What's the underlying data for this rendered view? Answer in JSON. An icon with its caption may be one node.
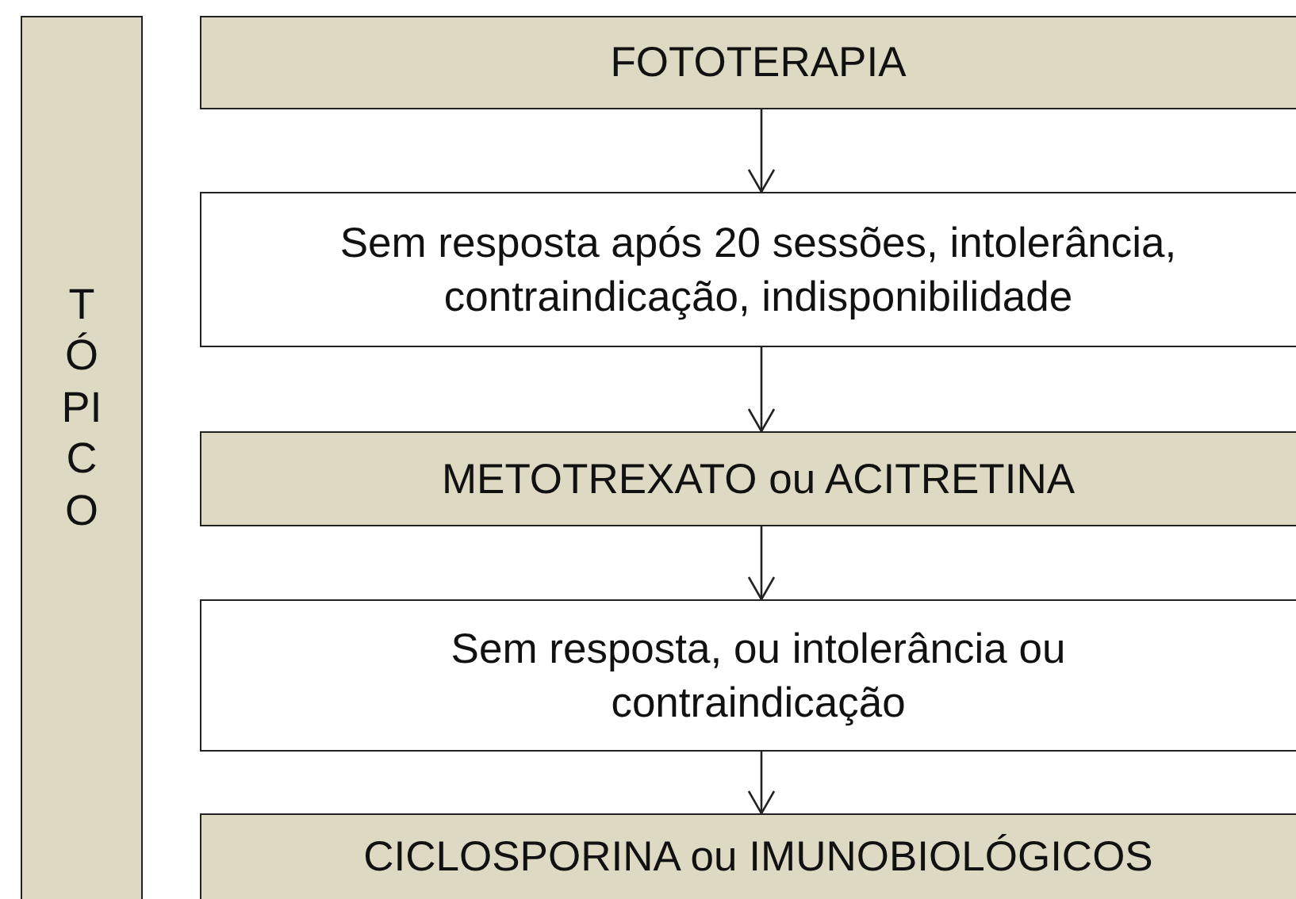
{
  "diagram": {
    "nodes": [
      {
        "text": [
          "TÓPICO"
        ]
      },
      {
        "text": [
          "FOTOTERAPIA"
        ]
      },
      {
        "text": [
          "Sem resposta após 20 sessões, intolerância, contraindicação, indisponibilidade"
        ]
      },
      {
        "text": [
          "METOTREXATO ou ACITRETINA"
        ]
      },
      {
        "text": [
          "Sem resposta, ou intolerância ou contraindicação"
        ]
      },
      {
        "text": [
          "CICLOSPORINA ou IMUNOBIOLÓGICOS"
        ]
      }
    ],
    "edges": [
      {
        "from": 1,
        "to": 2,
        "arrow": "to"
      },
      {
        "from": 2,
        "to": 3,
        "arrow": "to"
      },
      {
        "from": 3,
        "to": 4,
        "arrow": "to"
      },
      {
        "from": 4,
        "to": 5,
        "arrow": "to"
      }
    ]
  }
}
